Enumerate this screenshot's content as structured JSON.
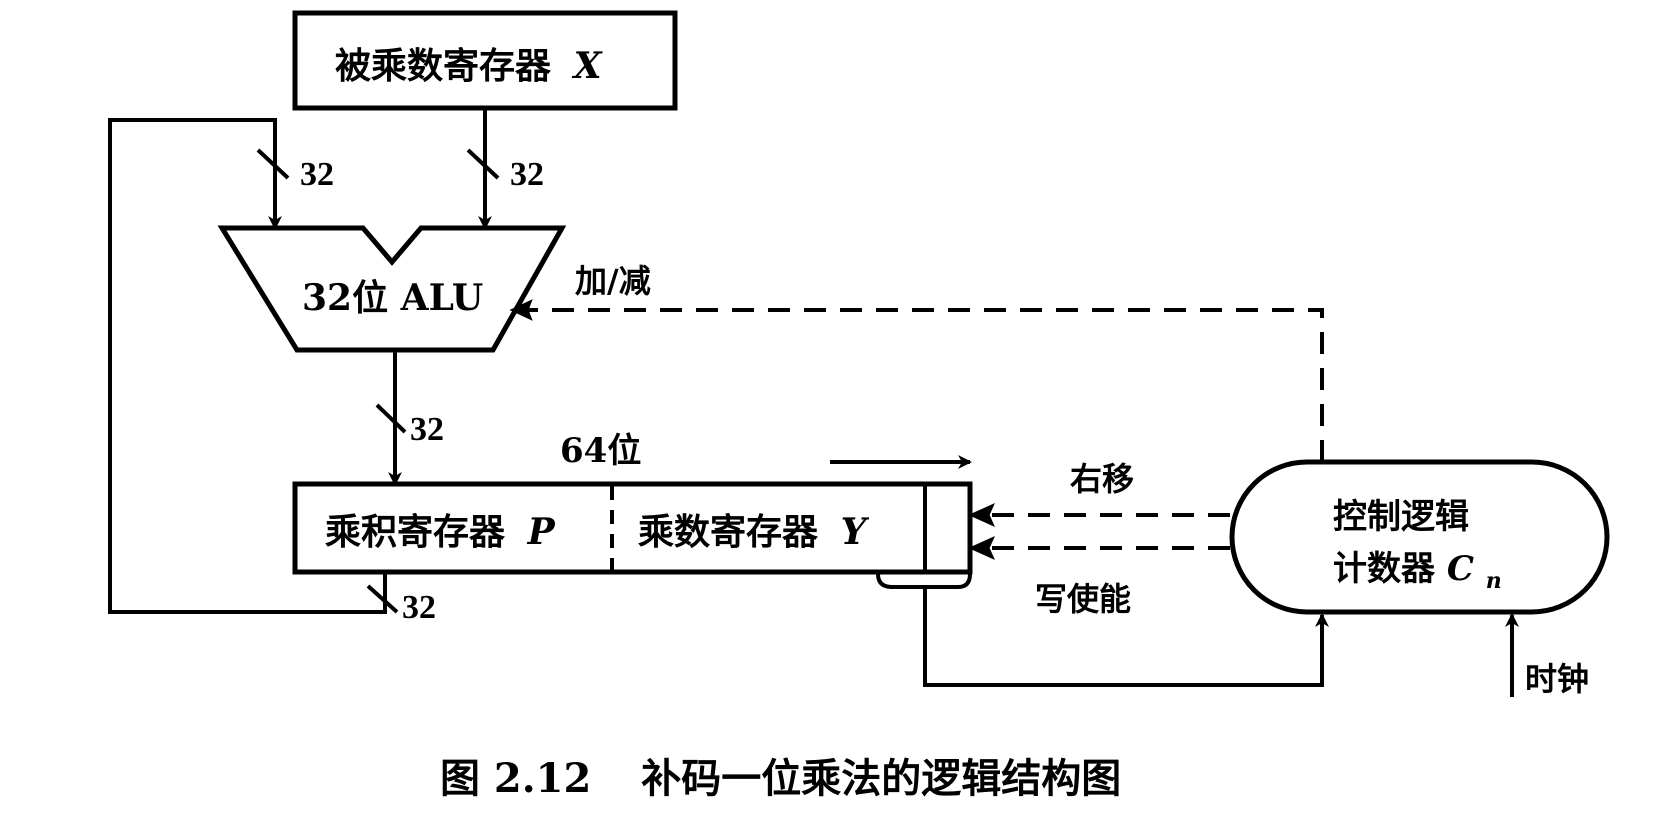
{
  "diagram": {
    "multiplicand_register": {
      "label": "被乘数寄存器",
      "var": "X"
    },
    "alu": {
      "label": "32位 ALU"
    },
    "add_sub_label": "加/减",
    "bus_width_labels": [
      "32",
      "32",
      "32",
      "32"
    ],
    "width_label": "64位",
    "product_register": {
      "label": "乘积寄存器",
      "var": "P"
    },
    "multiplier_register": {
      "label": "乘数寄存器",
      "var": "Y"
    },
    "shift_right_label": "右移",
    "write_enable_label": "写使能",
    "control_logic": {
      "line1": "控制逻辑",
      "line2": "计数器",
      "var": "C",
      "sub": "n"
    },
    "clock_label": "时钟"
  },
  "caption": {
    "number": "图 2.12",
    "title": "补码一位乘法的逻辑结构图"
  }
}
